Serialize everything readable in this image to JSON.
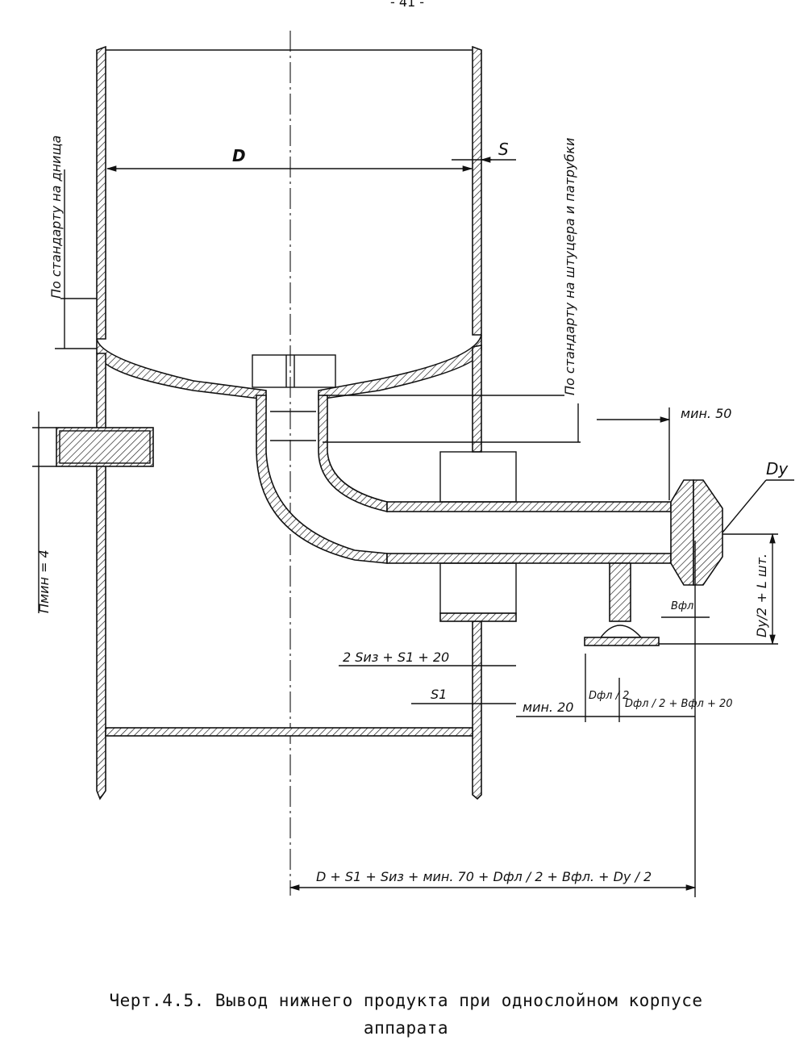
{
  "page_mark": "- 41 -",
  "labels": {
    "D": "D",
    "S": "S",
    "std_bottom": "По стандарту на днища",
    "std_nozzle": "По стандарту на штуцера и патрубки",
    "min50": "мин. 50",
    "Dy": "Dy",
    "min4": "Пмин = 4",
    "Lsht": "Dy/2 + L шт.",
    "Bfl": "Вфл",
    "sum_s": "2 Sиз + S1 + 20",
    "S1": "S1",
    "min20": "мин. 20",
    "dfl2": "Dфл / 2",
    "dfl2b": "Dфл / 2 + Bфл + 20",
    "overall": "D + S1 + Sиз + мин. 70 + Dфл / 2 + Bфл. + Dy / 2"
  },
  "caption": {
    "line1": "Черт.4.5. Вывод нижнего продукта при однослойном корпусе",
    "line2": "аппарата"
  }
}
